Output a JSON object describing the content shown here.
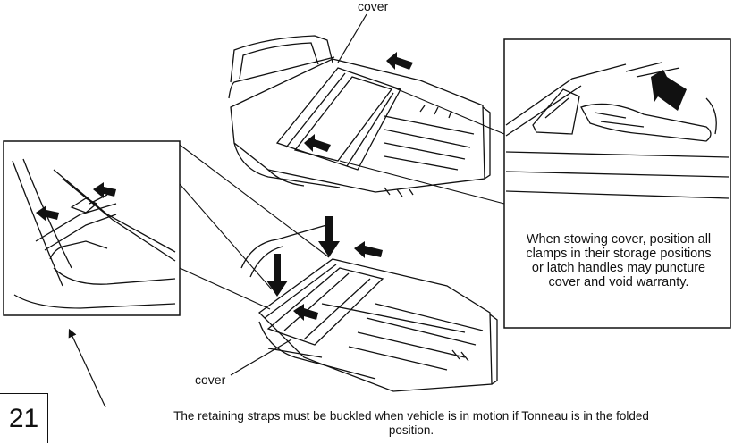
{
  "labels": {
    "cover_top": "cover",
    "cover_bottom": "cover"
  },
  "callout_note": {
    "lines": [
      "When stowing cover, position all",
      "clamps in their storage positions",
      "or latch handles may puncture",
      "cover and void warranty."
    ]
  },
  "footer_note": {
    "lines": [
      "The retaining straps must be buckled when vehicle is in motion if Tonneau is in the folded",
      "position."
    ]
  },
  "page_number": "21"
}
